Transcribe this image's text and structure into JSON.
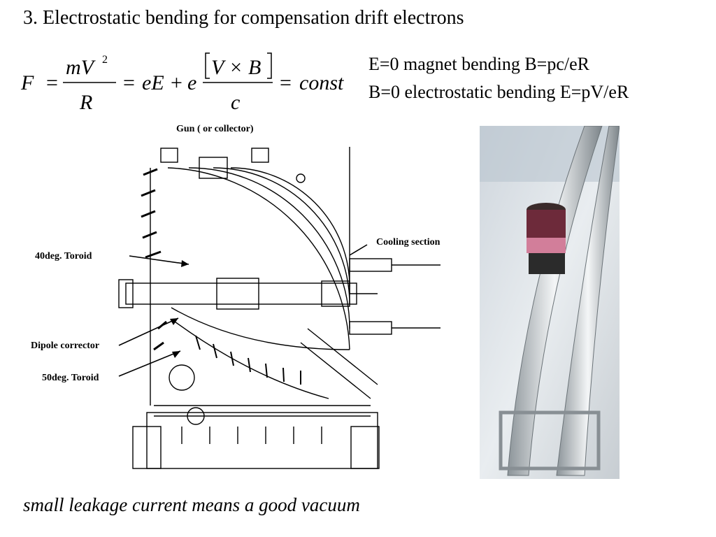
{
  "slide": {
    "title": "3. Electrostatic bending for compensation drift electrons",
    "formula": {
      "lhs": "F",
      "eq": "=",
      "frac1_num": "mV",
      "frac1_exp": "2",
      "frac1_den": "R",
      "term_eE": "eE",
      "plus": "+",
      "term_e": "e",
      "cross_num": "V × B",
      "frac2_den": "c",
      "rhs": "const"
    },
    "bending_lines": [
      "E=0 magnet bending B=pc/eR",
      "B=0 electrostatic bending E=pV/eR"
    ],
    "diagram_labels": {
      "top": "Gun ( or collector)",
      "toroid40": "40deg. Toroid",
      "cooling": "Cooling section",
      "dipole": "Dipole corrector",
      "toroid50": "50deg. Toroid"
    },
    "footer": "small leakage current means a good vacuum"
  }
}
